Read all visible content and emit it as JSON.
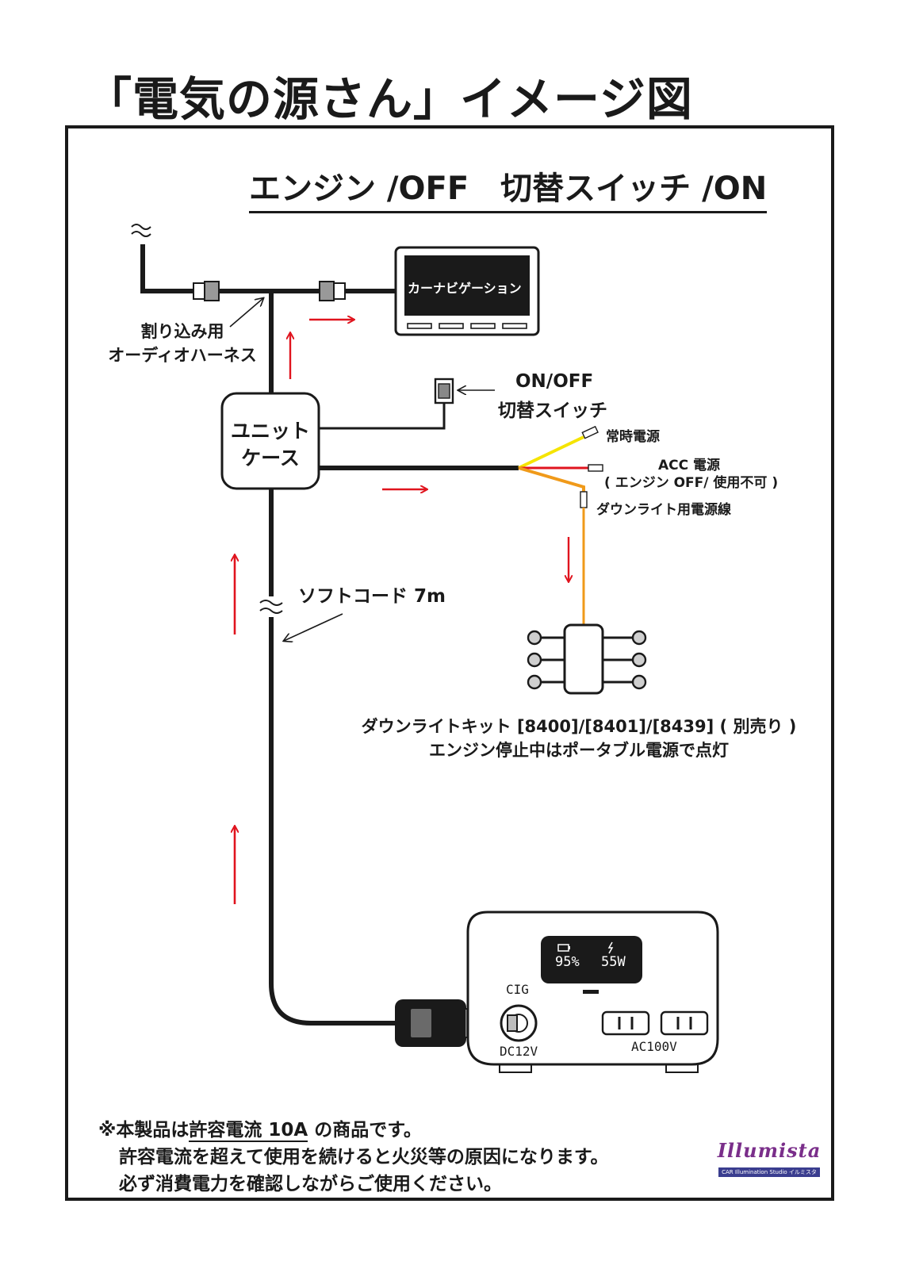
{
  "title": "「電気の源さん」イメージ図",
  "subtitle": "エンジン /OFF　切替スイッチ /ON",
  "labels": {
    "car_navi": "カーナビゲーション",
    "harness_line1": "割り込み用",
    "harness_line2": "オーディオハーネス",
    "unit_line1": "ユニット",
    "unit_line2": "ケース",
    "switch_line1": "ON/OFF",
    "switch_line2": "切替スイッチ",
    "constant_power": "常時電源",
    "acc_line1": "ACC 電源",
    "acc_line2": "( エンジン OFF/ 使用不可 )",
    "downlight_wire": "ダウンライト用電源線",
    "soft_cord": "ソフトコード 7m",
    "kit_line1": "ダウンライトキット [8400]/[8401]/[8439] ( 別売り )",
    "kit_line2": "エンジン停止中はポータブル電源で点灯",
    "battery_percent": "95%",
    "power_watts": "55W",
    "cig": "CIG",
    "dc12v": "DC12V",
    "ac100v": "AC100V"
  },
  "notes": {
    "line1_prefix": "※本製品は",
    "line1_underlined": "許容電流 10A",
    "line1_suffix": "の商品です。",
    "line2": "許容電流を超えて使用を続けると火災等の原因になります。",
    "line3": "必ず消費電力を確認しながらご使用ください。"
  },
  "logo": {
    "name": "Illumista",
    "tagline": "CAR Illumination Studio イルミスタ"
  },
  "colors": {
    "line": "#1a1a1a",
    "arrow": "#e0141e",
    "yellow_wire": "#f5e400",
    "red_wire": "#e0141e",
    "orange_wire": "#f09a1a"
  }
}
